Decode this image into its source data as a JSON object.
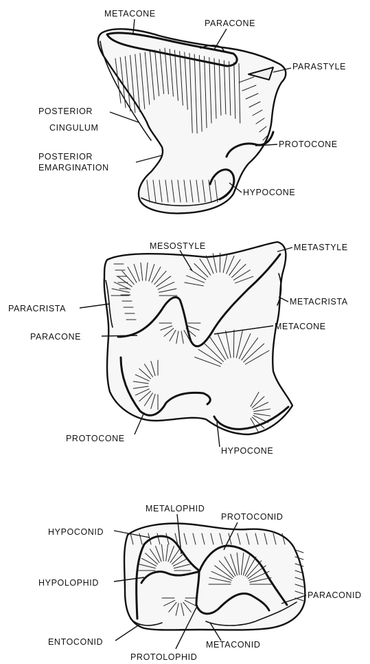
{
  "figure": {
    "upper_molar_lateral": {
      "labels": {
        "metacone": "METACONE",
        "paracone": "PARACONE",
        "parastyle": "PARASTYLE",
        "posterior_cingulum_1": "POSTERIOR",
        "posterior_cingulum_2": "CINGULUM",
        "posterior_emargination_1": "POSTERIOR",
        "posterior_emargination_2": "EMARGINATION",
        "protocone": "PROTOCONE",
        "hypocone": "HYPOCONE"
      }
    },
    "upper_molar_occlusal": {
      "labels": {
        "mesostyle": "MESOSTYLE",
        "metastyle": "METASTYLE",
        "paracrista": "PARACRISTA",
        "metacrista": "METACRISTA",
        "paracone": "PARACONE",
        "metacone": "METACONE",
        "protocone": "PROTOCONE",
        "hypocone": "HYPOCONE"
      }
    },
    "lower_molar_occlusal": {
      "labels": {
        "metalophid": "METALOPHID",
        "protoconid": "PROTOCONID",
        "hypoconid": "HYPOCONID",
        "hypolophid": "HYPOLOPHID",
        "paraconid": "PARACONID",
        "entoconid": "ENTOCONID",
        "metaconid": "METACONID",
        "protolophid": "PROTOLOPHID"
      }
    }
  }
}
